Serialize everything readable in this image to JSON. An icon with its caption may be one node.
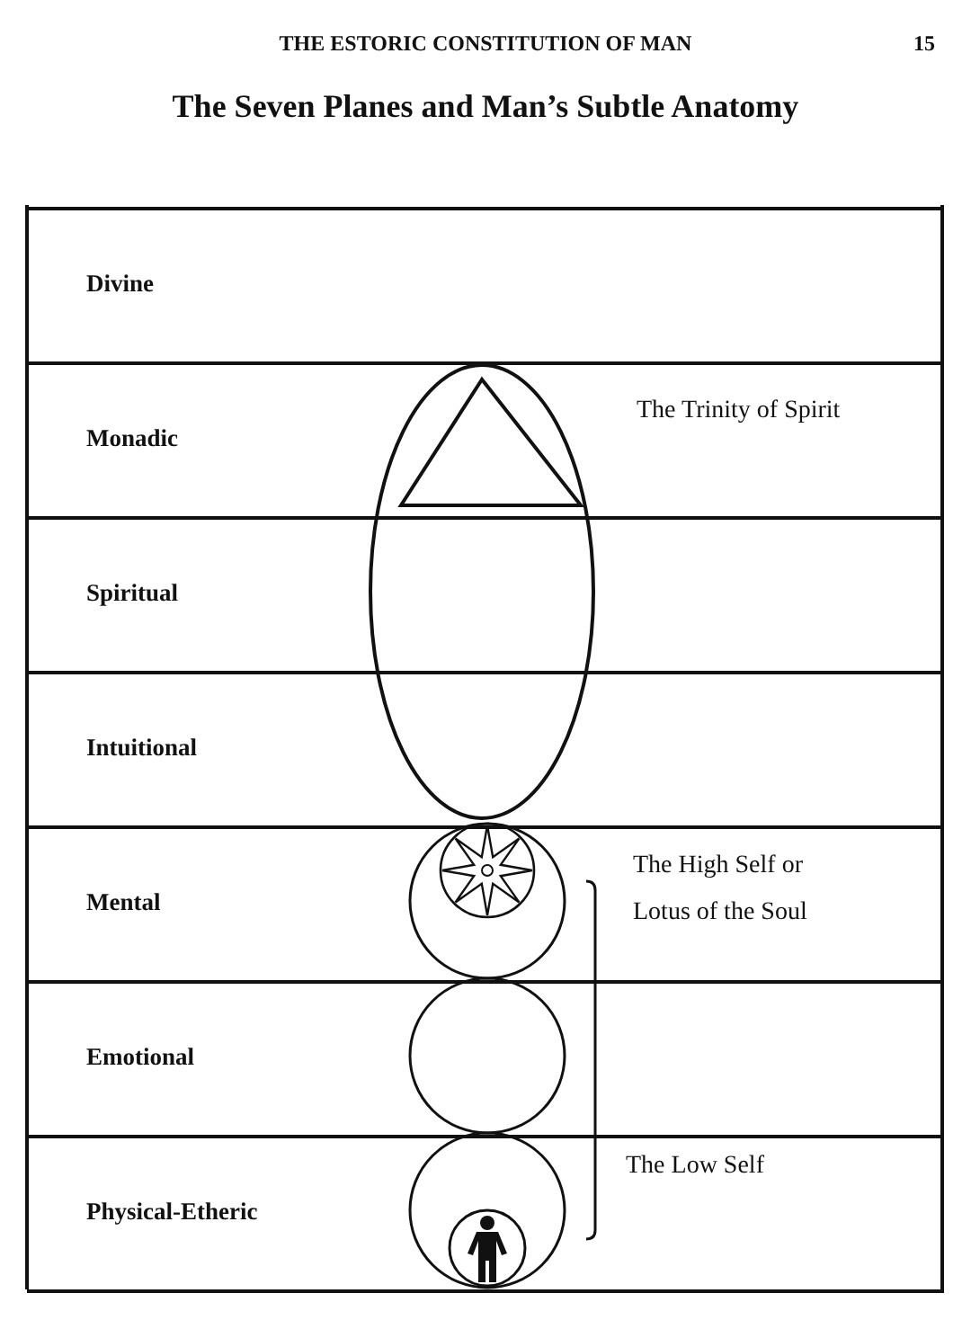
{
  "diagram": {
    "title": "The Seven Planes and Man’s Subtle Anatomy",
    "nodes": [
      {
        "text": [
          "Divine"
        ]
      },
      {
        "text": [
          "Monadic"
        ]
      },
      {
        "text": [
          "Spiritual"
        ]
      },
      {
        "text": [
          "Intuitional"
        ]
      },
      {
        "text": [
          "Mental"
        ]
      },
      {
        "text": [
          "Emotional"
        ]
      },
      {
        "text": [
          "Physical-Etheric"
        ]
      }
    ],
    "edges": [],
    "labels": [
      "THE ESTORIC CONSTITUTION OF MAN",
      "15",
      "The Trinity of Spirit",
      "The High Self or Lotus of the Soul",
      "The Low Self"
    ]
  }
}
